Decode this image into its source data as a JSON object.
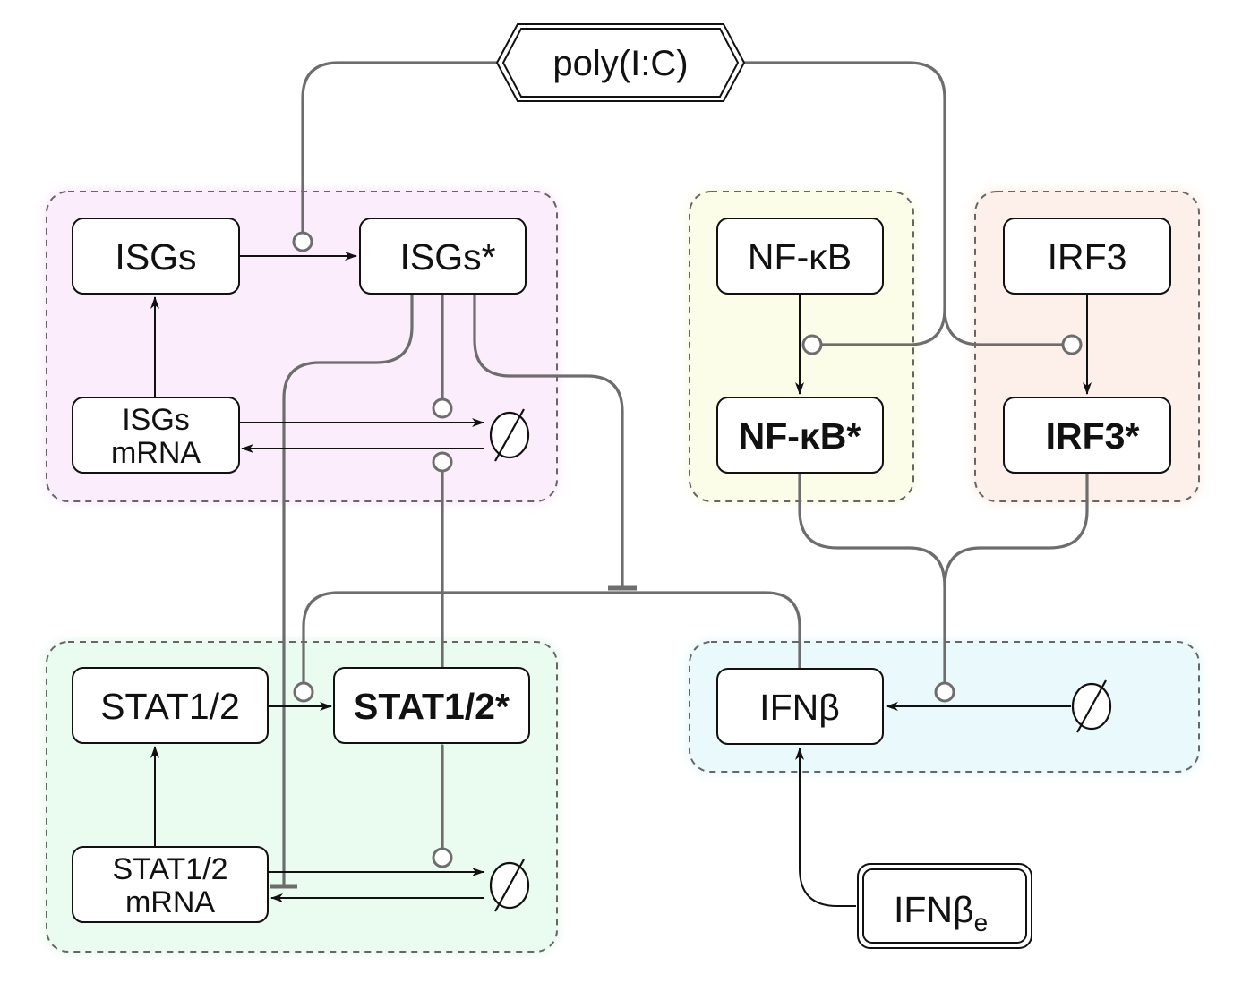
{
  "colors": {
    "isgs_region": "#fbedfc",
    "nfkb_region": "#fcfde9",
    "irf3_region": "#fdf0ea",
    "stat_region": "#eafbef",
    "ifnb_region": "#e9f9fc",
    "connector": "#6d6d6d",
    "arrow": "#111111"
  },
  "nodes": {
    "poly_ic": "poly(I:C)",
    "isgs": "ISGs",
    "isgs_active": "ISGs*",
    "isgs_mrna_line1": "ISGs",
    "isgs_mrna_line2": "mRNA",
    "nfkb": "NF-κB",
    "nfkb_active": "NF-κB*",
    "irf3": "IRF3",
    "irf3_active": "IRF3*",
    "stat": "STAT1/2",
    "stat_active": "STAT1/2*",
    "stat_mrna_line1": "STAT1/2",
    "stat_mrna_line2": "mRNA",
    "ifnb": "IFNβ",
    "ifnb_e_main": "IFNβ",
    "ifnb_e_sub": "e"
  },
  "symbols": {
    "empty_set": "∅"
  },
  "icons": [
    "circle-modulator-icon",
    "arrowhead-icon",
    "inhibition-bar-icon",
    "empty-set-icon"
  ]
}
